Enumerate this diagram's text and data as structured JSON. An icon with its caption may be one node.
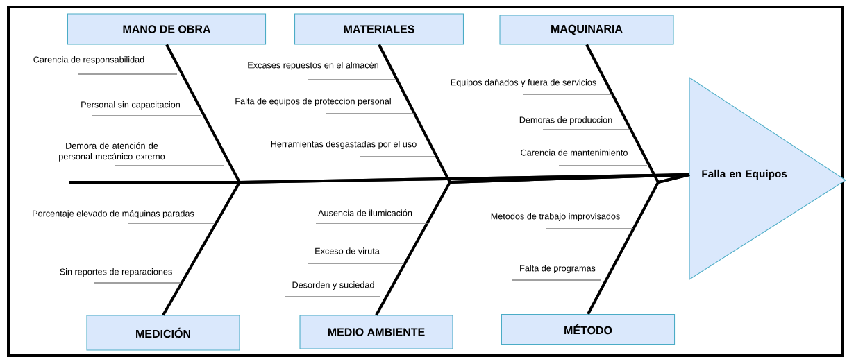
{
  "diagram": {
    "nodes": [
      {
        "text": [
          "MANO DE OBRA"
        ]
      },
      {
        "text": [
          "MATERIALES"
        ]
      },
      {
        "text": [
          "MAQUINARIA"
        ]
      },
      {
        "text": [
          "MEDICIÓN"
        ]
      },
      {
        "text": [
          "MEDIO AMBIENTE"
        ]
      },
      {
        "text": [
          "MÉTODO"
        ]
      },
      {
        "text": [
          "Falla en Equipos"
        ]
      }
    ],
    "edges": [
      {
        "from": 0,
        "to": 6,
        "arrow": "none"
      },
      {
        "from": 1,
        "to": 6,
        "arrow": "none"
      },
      {
        "from": 2,
        "to": 6,
        "arrow": "none"
      },
      {
        "from": 3,
        "to": 6,
        "arrow": "none"
      },
      {
        "from": 4,
        "to": 6,
        "arrow": "none"
      },
      {
        "from": 5,
        "to": 6,
        "arrow": "none"
      }
    ],
    "labels": [
      "Carencia de responsabilidad",
      "Personal sin capacitacion",
      "Demora de atención de personal mecánico externo",
      "Excases repuestos en el almacén",
      "Falta de equipos de proteccion personal",
      "Herramientas desgastadas por el uso",
      "Equipos dañados y fuera de servicios",
      "Demoras de produccion",
      "Carencia de mantenimiento",
      "Porcentaje elevado de máquinas paradas",
      "Sin reportes de reparaciones",
      "Ausencia de ilumicación",
      "Exceso de viruta",
      "Desorden y suciedad",
      "Metodos de trabajo improvisados",
      "Falta de programas"
    ]
  }
}
